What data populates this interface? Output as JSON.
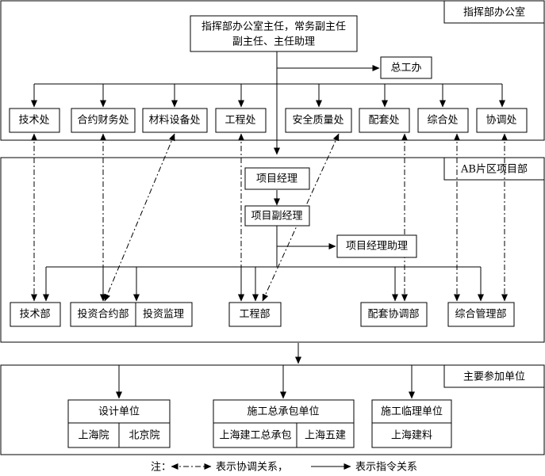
{
  "sections": {
    "hq": "指挥部办公室",
    "project": "AB片区项目部",
    "units": "主要参加单位"
  },
  "hq": {
    "head_line1": "指挥部办公室主任，常务副主任",
    "head_line2": "副主任、主任助理",
    "chief_engineer": "总工办",
    "departments": [
      "技术处",
      "合约财务处",
      "材料设备处",
      "工程处",
      "安全质量处",
      "配套处",
      "综合处",
      "协调处"
    ]
  },
  "project": {
    "manager": "项目经理",
    "deputy": "项目副经理",
    "assistant": "项目经理助理",
    "departments": [
      "技术部",
      "投资合约部",
      "投资监理",
      "工程部",
      "配套协调部",
      "综合管理部"
    ]
  },
  "units": {
    "design": {
      "title": "设计单位",
      "members": [
        "上海院",
        "北京院"
      ]
    },
    "contractor": {
      "title": "施工总承包单位",
      "members": [
        "上海建工总承包",
        "上海五建"
      ]
    },
    "supervision": {
      "title": "施工临理单位",
      "members": [
        "上海建料"
      ]
    }
  },
  "legend": {
    "prefix": "注：",
    "coordination": "表示协调关系，",
    "command": "表示指令关系"
  }
}
